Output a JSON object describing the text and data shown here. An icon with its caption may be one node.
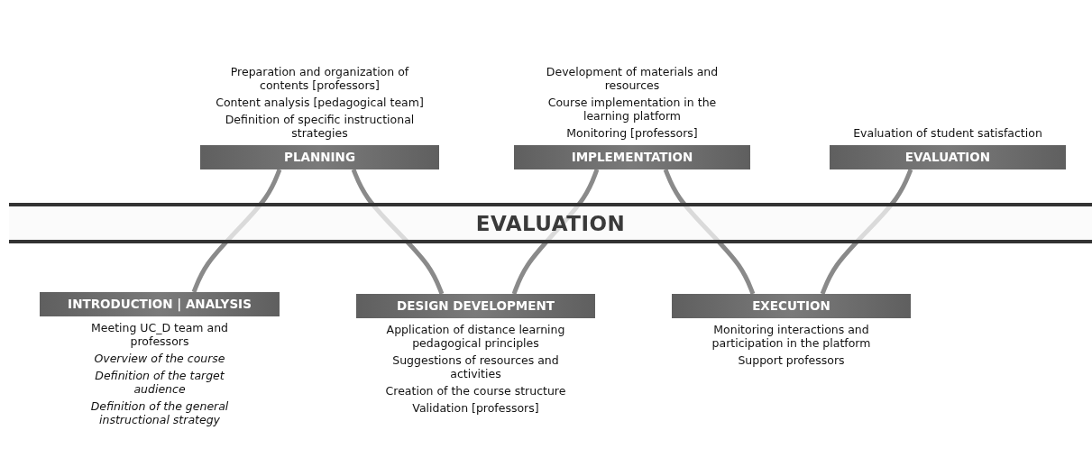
{
  "diagram": {
    "nodes": [
      {
        "text": [
          "Preparation and organization of contents [professors]",
          "Content analysis [pedagogical team]",
          "Definition of specific instructional strategies",
          "PLANNING"
        ]
      },
      {
        "text": [
          "Development of materials and resources",
          "Course implementation in the learning platform",
          "Monitoring [professors]",
          "IMPLEMENTATION"
        ]
      },
      {
        "text": [
          "Evaluation of student satisfaction",
          "EVALUATION"
        ]
      },
      {
        "text": [
          "INTRODUCTION | ANALYSIS",
          "Meeting UC_D team and professors",
          "Overview of the course",
          "Definition of the target audience",
          "Definition of the general instructional strategy"
        ]
      },
      {
        "text": [
          "DESIGN DEVELOPMENT",
          "Application of distance learning pedagogical principles",
          "Suggestions of resources and activities",
          "Creation of the course structure",
          "Validation [professors]"
        ]
      },
      {
        "text": [
          "EXECUTION",
          "Monitoring interactions and participation in the platform",
          "Support professors"
        ]
      }
    ],
    "edges": [
      {
        "from": 3,
        "to": 0,
        "arrow": "none"
      },
      {
        "from": 0,
        "to": 4,
        "arrow": "none"
      },
      {
        "from": 4,
        "to": 1,
        "arrow": "none"
      },
      {
        "from": 1,
        "to": 5,
        "arrow": "none"
      },
      {
        "from": 5,
        "to": 2,
        "arrow": "none"
      }
    ],
    "labels": [
      "EVALUATION"
    ]
  }
}
